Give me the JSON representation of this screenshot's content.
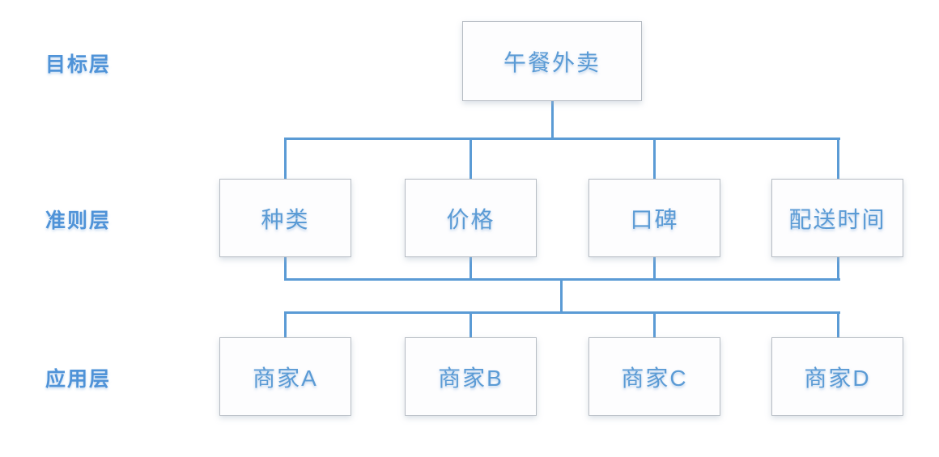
{
  "diagram": {
    "layer_labels": [
      {
        "label": "目标层"
      },
      {
        "label": "准则层"
      },
      {
        "label": "应用层"
      }
    ],
    "goal": {
      "label": "午餐外卖"
    },
    "criteria": [
      {
        "label": "种类"
      },
      {
        "label": "价格"
      },
      {
        "label": "口碑"
      },
      {
        "label": "配送时间"
      }
    ],
    "alternatives": [
      {
        "label": "商家A"
      },
      {
        "label": "商家B"
      },
      {
        "label": "商家C"
      },
      {
        "label": "商家D"
      }
    ],
    "colors": {
      "accent_blue": "#5b9bd5",
      "label_blue": "#4f93d8",
      "box_border": "#b6bcc3",
      "box_fill": "#fdfdfe",
      "background": "#ffffff"
    }
  }
}
